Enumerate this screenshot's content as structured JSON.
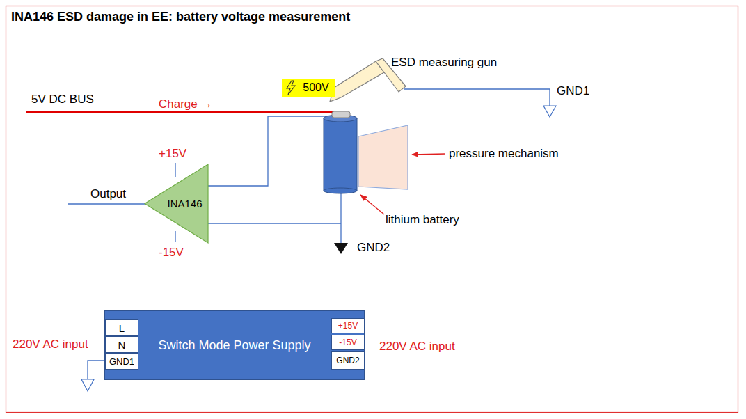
{
  "diagram": {
    "title": "INA146 ESD damage in EE: battery voltage measurement",
    "nodes": [
      {
        "text": [
          "500V"
        ]
      },
      {
        "text": [
          "INA146"
        ]
      },
      {
        "text": [
          "Switch Mode Power Supply"
        ]
      },
      {
        "text": [
          "L"
        ],
        "in": 2
      },
      {
        "text": [
          "N"
        ],
        "in": 2
      },
      {
        "text": [
          "GND1"
        ],
        "in": 2
      },
      {
        "text": [
          "+15V"
        ],
        "in": 2
      },
      {
        "text": [
          "-15V"
        ],
        "in": 2
      },
      {
        "text": [
          "GND2"
        ],
        "in": 2
      }
    ],
    "labels": [
      "5V DC BUS",
      "Charge →",
      "ESD measuring gun",
      "GND1",
      "+15V",
      "pressure mechanism",
      "Output",
      "-15V",
      "lithium battery",
      "GND2",
      "220V AC input",
      "220V AC input"
    ]
  }
}
